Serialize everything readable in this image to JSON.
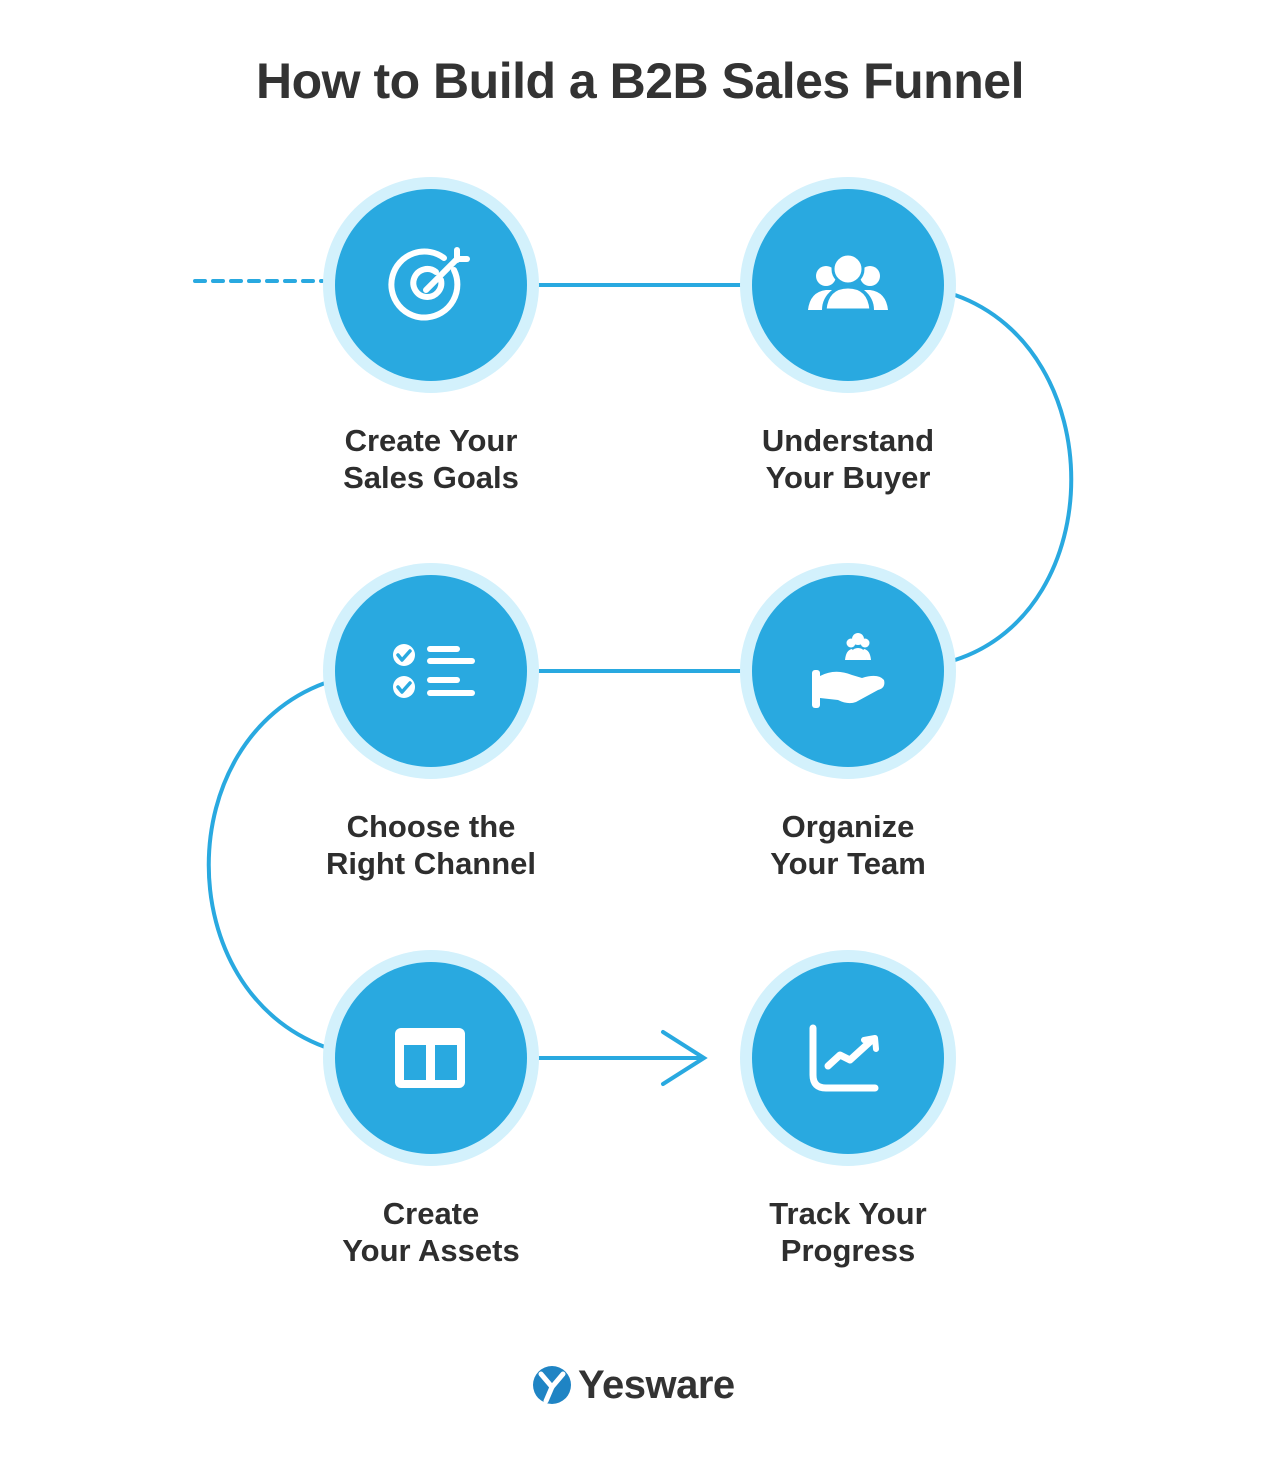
{
  "title": "How to Build a B2B Sales Funnel",
  "colors": {
    "primary": "#29a9e0",
    "ring": "#d3f1fc",
    "icon": "#ffffff",
    "text": "#2e2e2e"
  },
  "steps": [
    {
      "line1": "Create Your",
      "line2": "Sales Goals",
      "icon": "target-icon"
    },
    {
      "line1": "Understand",
      "line2": "Your Buyer",
      "icon": "users-icon"
    },
    {
      "line1": "Choose the",
      "line2": "Right Channel",
      "icon": "checklist-icon"
    },
    {
      "line1": "Organize",
      "line2": "Your Team",
      "icon": "hand-team-icon"
    },
    {
      "line1": "Create",
      "line2": "Your Assets",
      "icon": "layout-columns-icon"
    },
    {
      "line1": "Track Your",
      "line2": "Progress",
      "icon": "growth-chart-icon"
    }
  ],
  "logo": {
    "text": "Yesware"
  }
}
